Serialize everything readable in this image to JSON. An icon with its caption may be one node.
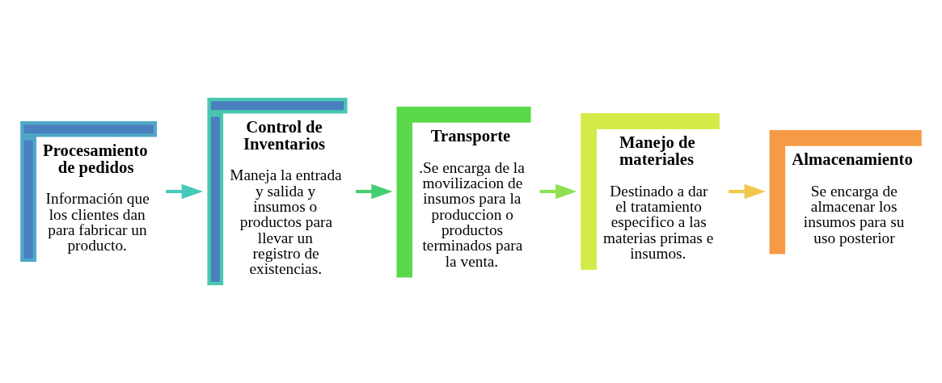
{
  "diagram": {
    "nodes": [
      {
        "text": [
          "Procesamiento de pedidos",
          "Información que los clientes dan para fabricar un producto."
        ]
      },
      {
        "text": [
          "Control de Inventarios",
          "Maneja la entrada y salida y insumos o productos para llevar un registro de existencias."
        ]
      },
      {
        "text": [
          "Transporte",
          ".Se encarga de la movilizacion de insumos para la produccion o productos terminados para la venta."
        ]
      },
      {
        "text": [
          "Manejo de materiales",
          "Destinado a dar el tratamiento especifico a las materias primas e insumos."
        ]
      },
      {
        "text": [
          "Almacenamiento",
          "Se encarga de almacenar los insumos para su uso posterior"
        ]
      }
    ],
    "edges": [
      {
        "from": 0,
        "to": 1,
        "arrow": "to",
        "color": "#48c9b8"
      },
      {
        "from": 1,
        "to": 2,
        "arrow": "to",
        "color": "#44d070"
      },
      {
        "from": 2,
        "to": 3,
        "arrow": "to",
        "color": "#8ee050"
      },
      {
        "from": 3,
        "to": 4,
        "arrow": "to",
        "color": "#f0c84a"
      }
    ]
  }
}
